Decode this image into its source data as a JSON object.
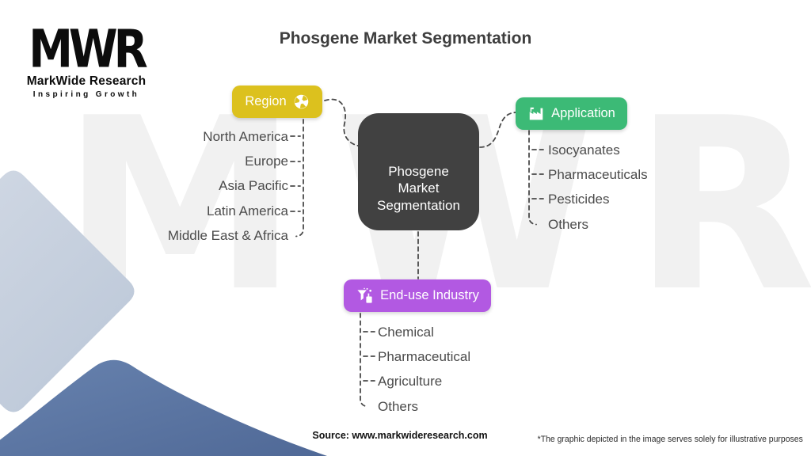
{
  "title": "Phosgene Market Segmentation",
  "logo": {
    "mark": "MWR",
    "name": "MarkWide Research",
    "tagline": "Inspiring Growth"
  },
  "watermark": "MWR",
  "center_node": {
    "line1": "Phosgene",
    "line2": "Market",
    "line3": "Segmentation"
  },
  "branches": {
    "region": {
      "label": "Region",
      "icon": "globe-icon",
      "color": "#dcc11e",
      "items": [
        "North America",
        "Europe",
        "Asia Pacific",
        "Latin America",
        "Middle East & Africa"
      ]
    },
    "application": {
      "label": "Application",
      "icon": "factory-icon",
      "color": "#3cba76",
      "items": [
        "Isocyanates",
        "Pharmaceuticals",
        "Pesticides",
        "Others"
      ]
    },
    "end_use": {
      "label": "End-use Industry",
      "icon": "funnel-icon",
      "color": "#b259e2",
      "items": [
        "Chemical",
        "Pharmaceutical",
        "Agriculture",
        "Others"
      ]
    }
  },
  "footer": {
    "source": "Source: www.markwideresearch.com",
    "disclaimer": "*The graphic depicted in the image serves solely for illustrative purposes"
  },
  "colors": {
    "node_bg": "#414141",
    "item_text": "#4b4b4b",
    "connector": "#4a4a4a",
    "decor_light": "#c9d2df",
    "decor_dark": "#58729f"
  }
}
